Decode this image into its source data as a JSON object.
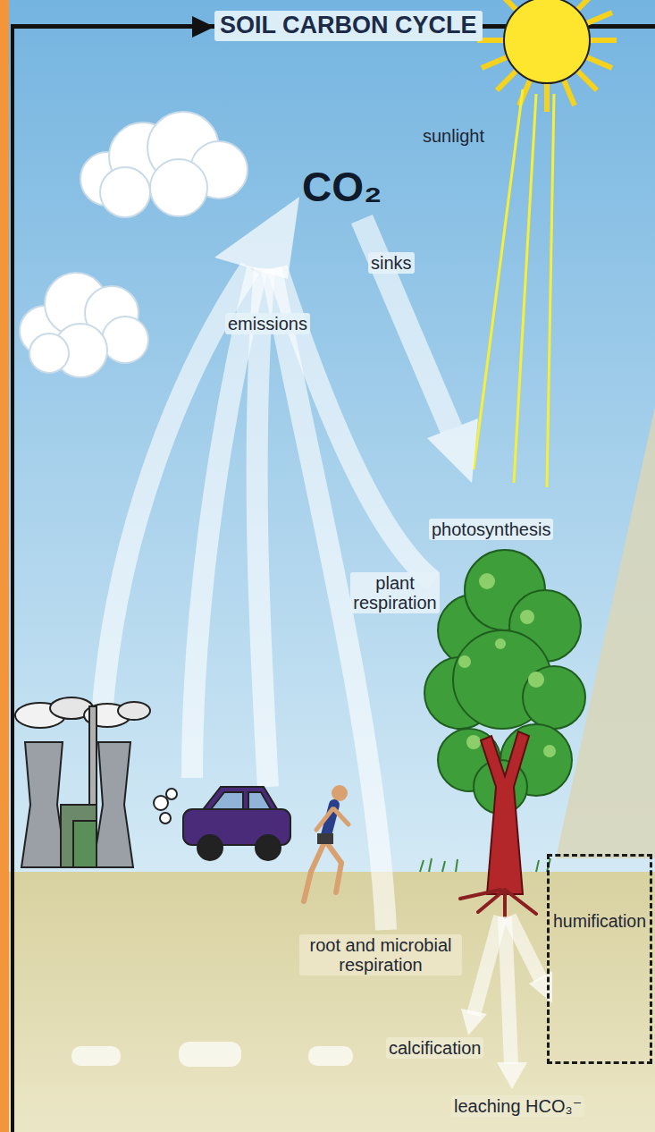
{
  "diagram": {
    "title": "SOIL CARBON CYCLE",
    "nodes": [
      {
        "text": [
          "humification"
        ]
      }
    ],
    "labels": [
      "sunlight",
      "CO₂",
      "sinks",
      "emissions",
      "photosynthesis",
      "plant respiration",
      "root and microbial respiration",
      "calcification",
      "leaching HCO₃⁻"
    ]
  }
}
